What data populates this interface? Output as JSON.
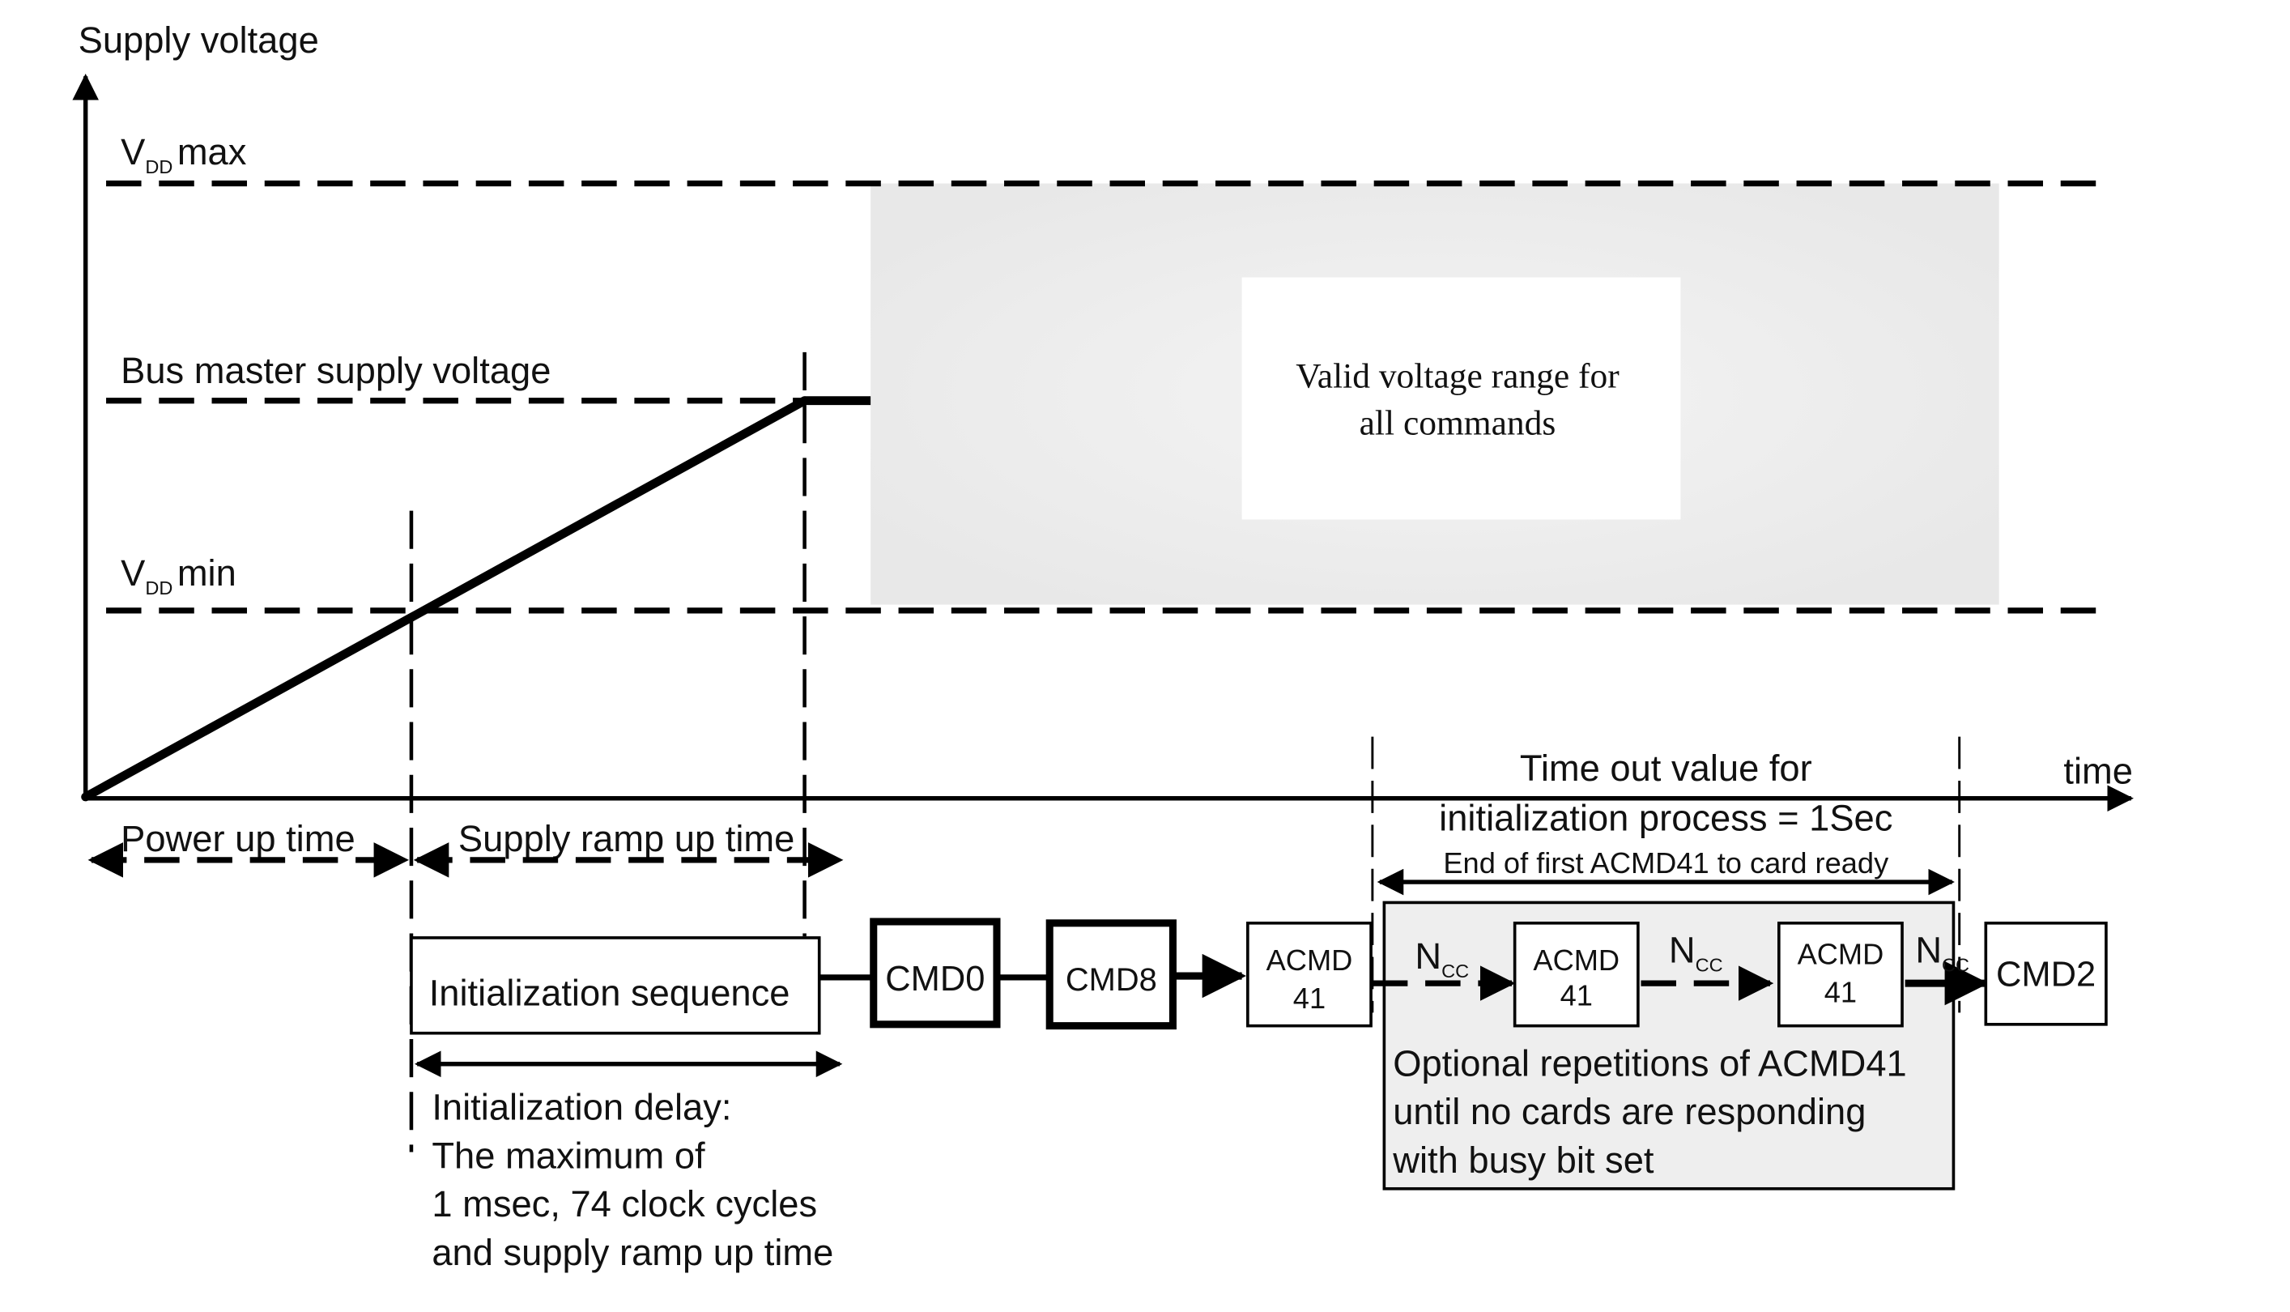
{
  "figure": {
    "y_axis_label": "Supply voltage",
    "x_axis_label": "time",
    "levels": {
      "vdd_max": {
        "main": "V",
        "sub": "DD",
        "suffix": "max"
      },
      "bus_master": "Bus master supply voltage",
      "vdd_min": {
        "main": "V",
        "sub": "DD",
        "suffix": "min"
      }
    },
    "valid_range_text": [
      "Valid voltage range for",
      "all commands"
    ],
    "intervals": {
      "power_up": "Power up time",
      "supply_ramp": "Supply ramp up time"
    },
    "init_sequence": "Initialization sequence",
    "init_delay": [
      "Initialization delay:",
      "The maximum of",
      "1 msec, 74 clock cycles",
      "and supply ramp up time"
    ],
    "timeout": {
      "line1": "Time out value for",
      "line2": "initialization process = 1Sec",
      "line3": "End of first ACMD41 to card ready"
    },
    "commands": {
      "cmd0": "CMD0",
      "cmd8": "CMD8",
      "acmd41_a": [
        "ACMD",
        "41"
      ],
      "acmd41_b": [
        "ACMD",
        "41"
      ],
      "acmd41_c": [
        "ACMD",
        "41"
      ],
      "cmd2": "CMD2"
    },
    "ncc": {
      "main": "N",
      "sub": "CC"
    },
    "optional_repetitions": [
      "Optional repetitions of ACMD41",
      "until no cards are responding",
      "with busy bit set"
    ],
    "colors": {
      "valid_region": "#ececec",
      "optional_region": "#eeeeee",
      "ink": "#000000"
    }
  }
}
